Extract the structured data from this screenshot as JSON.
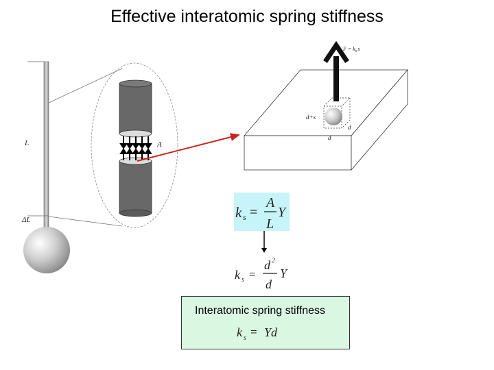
{
  "title": "Effective interatomic spring stiffness",
  "labels": {
    "L": "L",
    "delta_L": "ΔL",
    "A": "A",
    "force": "F = k",
    "force_sub": "s",
    "force_s": "s",
    "d_plus_s": "d+s",
    "d_side": "d",
    "d_bottom": "d"
  },
  "equations": {
    "ks": "k",
    "ks_sub": "s",
    "eq": "=",
    "A": "A",
    "L": "L",
    "Y": "Y",
    "d2": "d",
    "sup2": "2",
    "d": "d",
    "Yd": "Yd"
  },
  "result": {
    "heading": "Interatomic spring stiffness"
  },
  "colors": {
    "accent_red": "#cc2222",
    "cyan_box": "#c7f4f8",
    "green_box": "#d9f7e1"
  }
}
